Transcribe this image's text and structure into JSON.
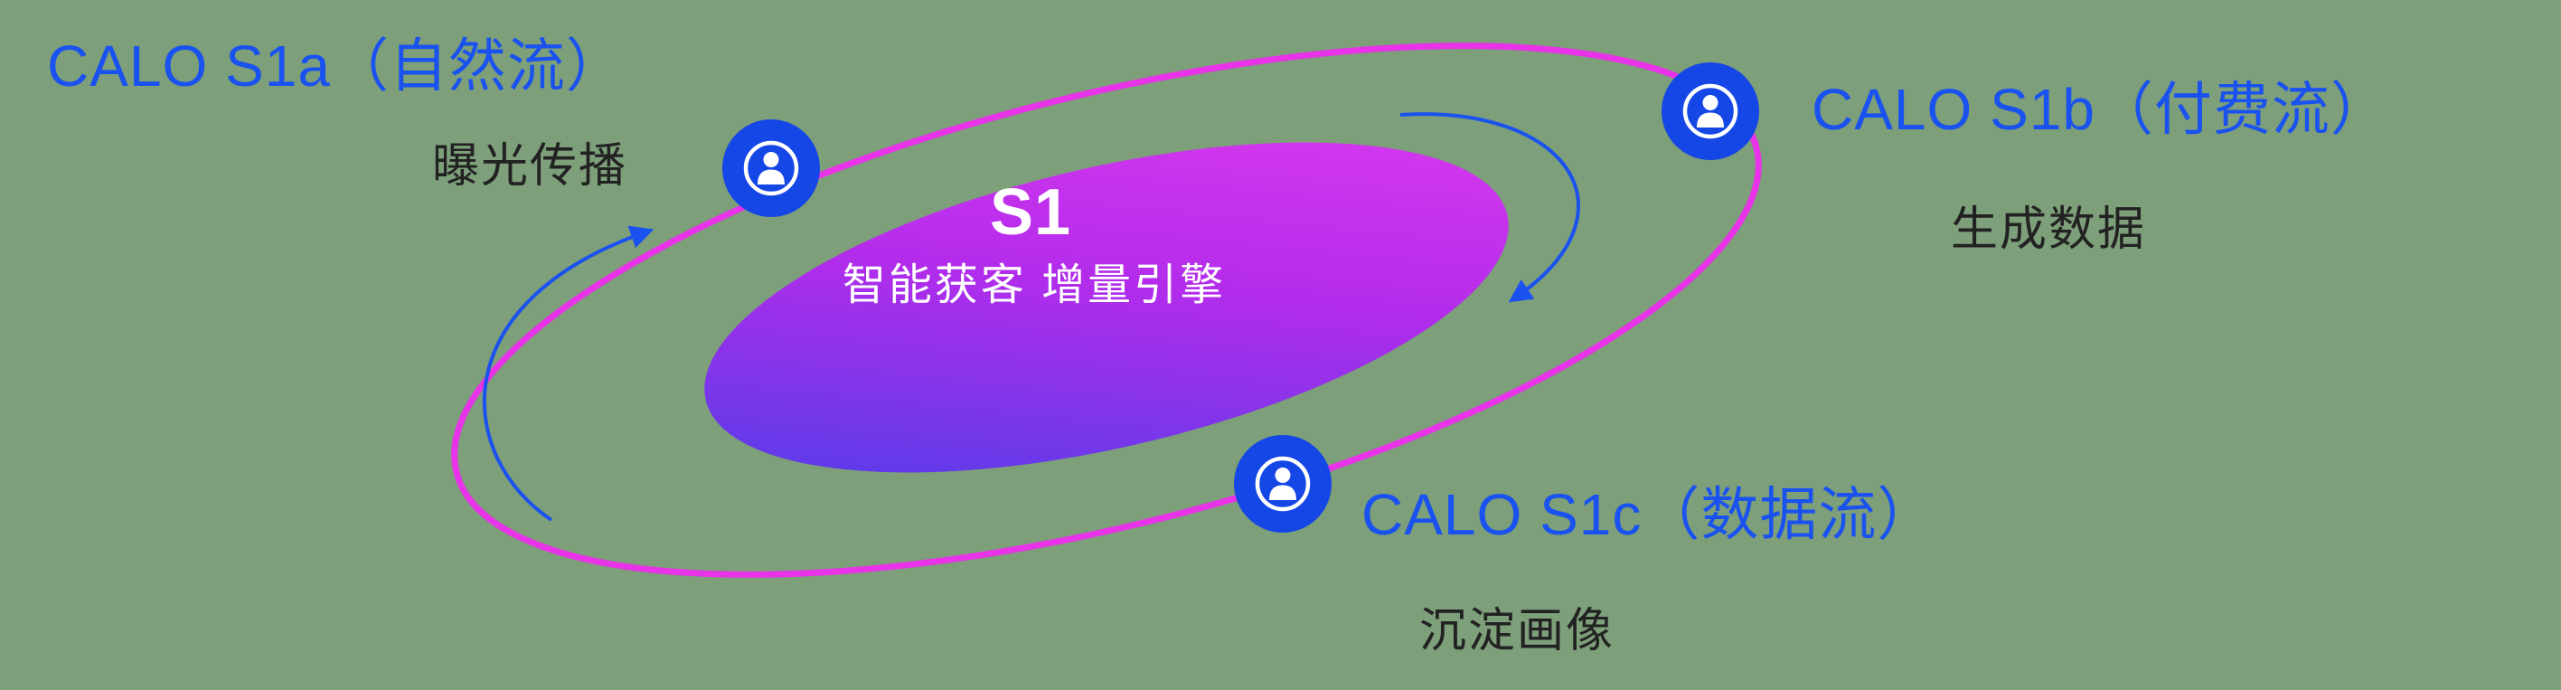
{
  "diagram": {
    "center": {
      "title": "S1",
      "subtitle": "智能获客  增量引擎"
    },
    "nodes": [
      {
        "id": "s1a",
        "label": "CALO S1a（自然流）",
        "sublabel": "曝光传播",
        "position": "top-left"
      },
      {
        "id": "s1b",
        "label": "CALO S1b（付费流）",
        "sublabel": "生成数据",
        "position": "top-right"
      },
      {
        "id": "s1c",
        "label": "CALO S1c（数据流）",
        "sublabel": "沉淀画像",
        "position": "bottom-center"
      }
    ],
    "icons": {
      "node_icon": "user-icon",
      "flow_icons": [
        "curved-arrow-left-icon",
        "curved-arrow-right-icon"
      ]
    },
    "colors": {
      "background": "#7d9f7a",
      "label_blue": "#1a52f0",
      "sublabel_dark": "#222222",
      "orbit_magenta": "#e833e8",
      "node_blue": "#1546e6",
      "arrow_blue": "#1a52f0",
      "core_gradient_start": "#4340e8",
      "core_gradient_mid": "#b32ceb",
      "core_gradient_end": "#e03bee",
      "center_text": "#ffffff"
    }
  }
}
